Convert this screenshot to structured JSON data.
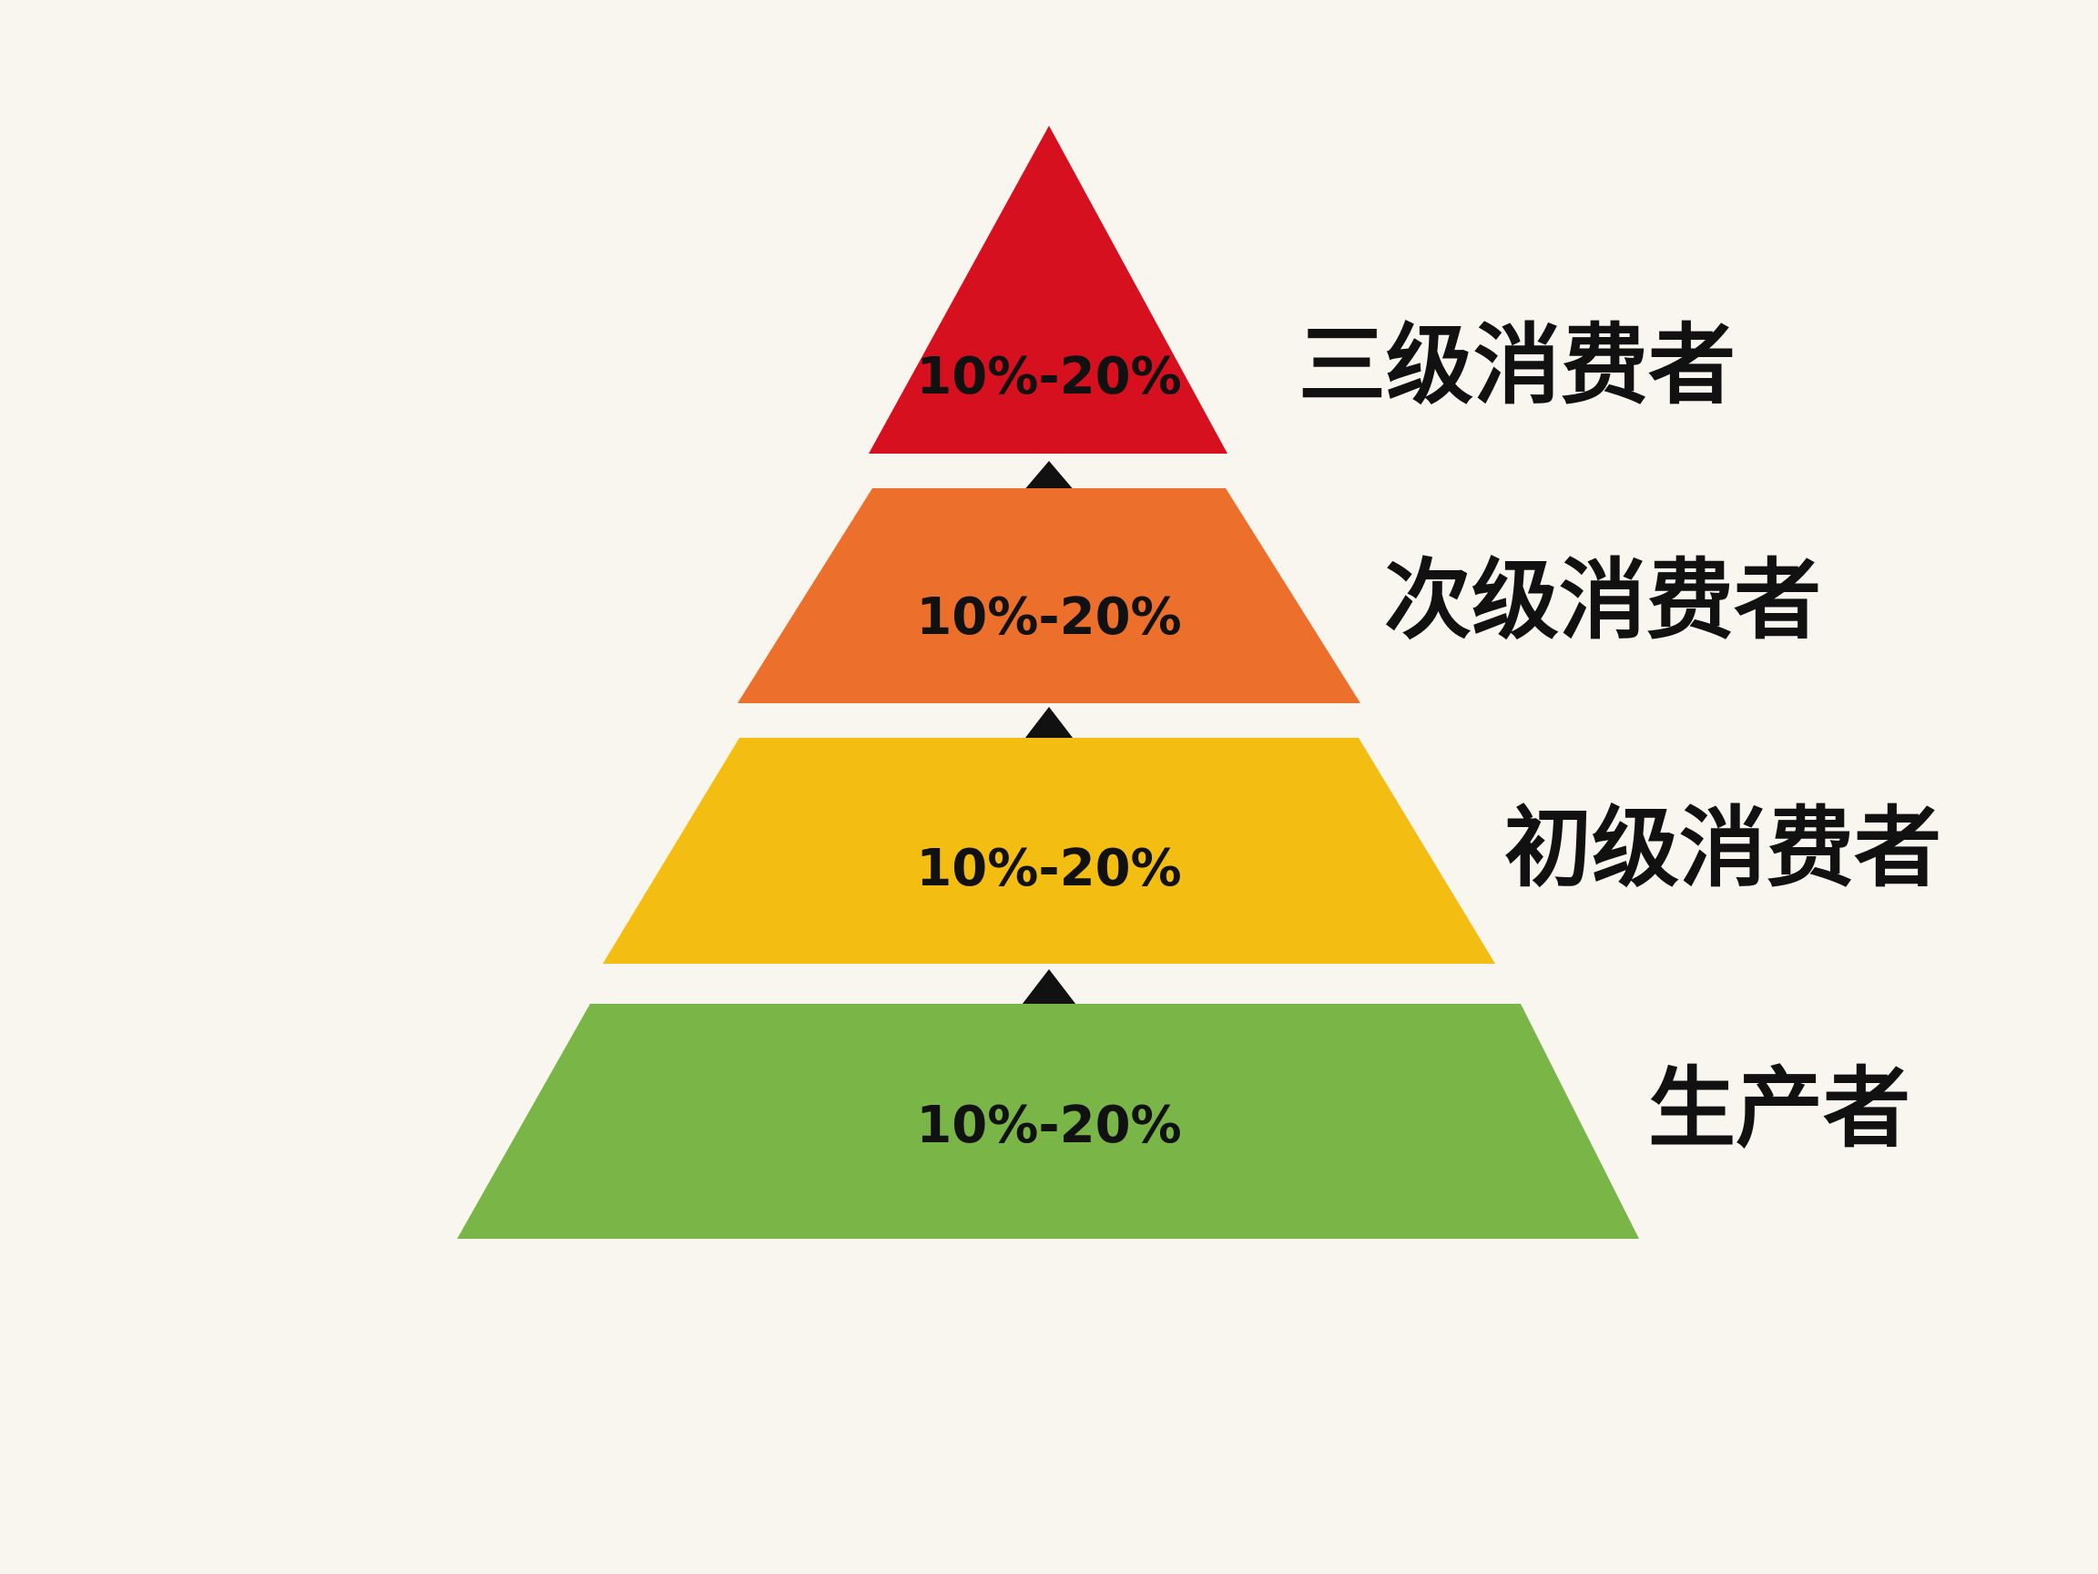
{
  "colors": {
    "background": "#f8f6ef",
    "top": "#d6101e",
    "second": "#ec6f2b",
    "third": "#f3bd12",
    "bottom": "#7ab547",
    "arrow": "#111111"
  },
  "levels": [
    {
      "name": "三级消费者",
      "percent": "10%-20%"
    },
    {
      "name": "次级消费者",
      "percent": "10%-20%"
    },
    {
      "name": "初级消费者",
      "percent": "10%-20%"
    },
    {
      "name": "生产者",
      "percent": "10%-20%"
    }
  ],
  "icons": {
    "arrow": "arrow-up-icon"
  }
}
